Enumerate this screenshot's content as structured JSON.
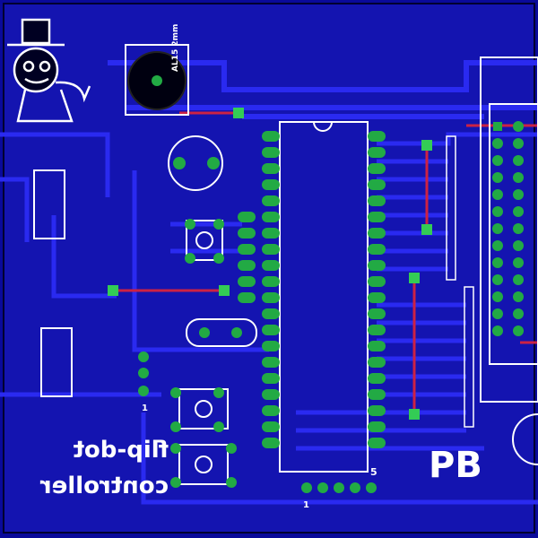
{
  "board": {
    "colors": {
      "substrate": "#0a0a9a",
      "copper_pour": "#1616b8",
      "trace": "#2a2ae0",
      "trace_outline": "#000022",
      "pad": "#22aa44",
      "red_trace": "#cc2244",
      "silk": "#ffffff",
      "via": "#33cc55"
    },
    "labels": {
      "title_line1": "flip-dot",
      "title_line2": "controller",
      "buzzer_label": "AL15 2mm",
      "header_pin1_left": "1",
      "header_pin1_bottom": "1",
      "ic_pin5": "5",
      "logo": "PB"
    },
    "icons": {
      "mascot": "top-hat-mascot-icon",
      "logo": "pb-logo-icon"
    }
  }
}
